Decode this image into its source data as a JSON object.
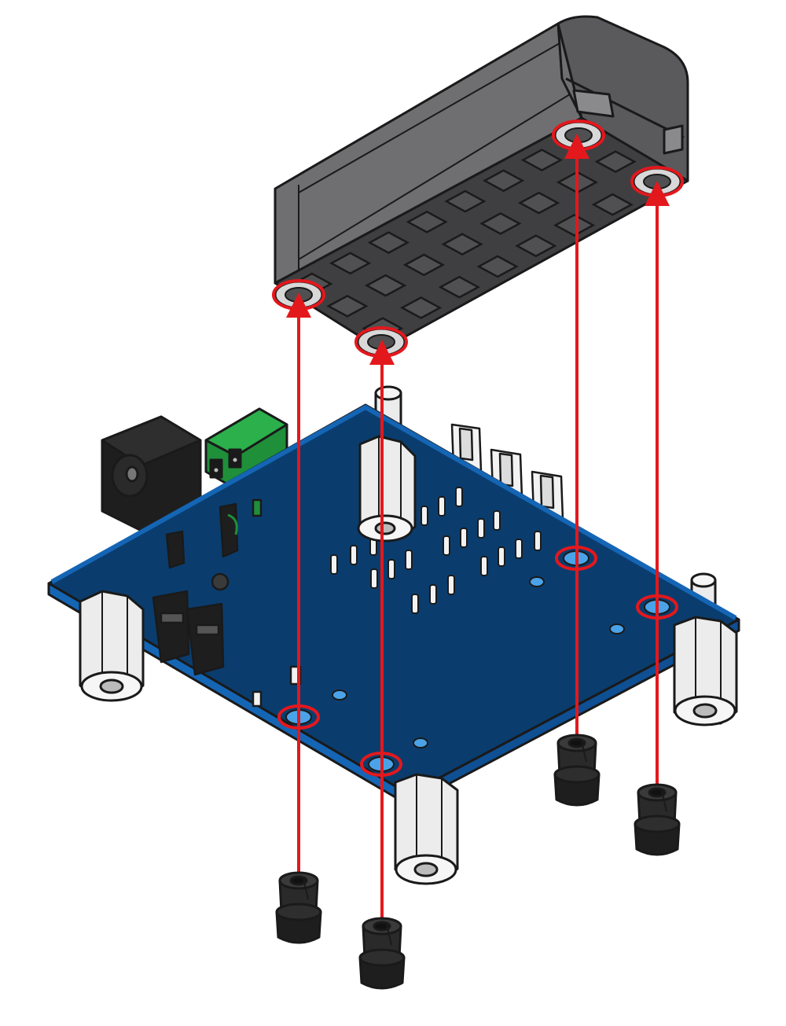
{
  "colors": {
    "background": "#ffffff",
    "outline": "#1a1a1a",
    "block_top": "#3f3f41",
    "block_side": "#5a5a5c",
    "block_front": "#6f6f71",
    "block_stud": "#505052",
    "board_blue": "#0a3d6e",
    "board_edge": "#1565b5",
    "standoff": "#ececec",
    "standoff_shade": "#cfcfcf",
    "rivet": "#2a2a2a",
    "connector_green": "#1f8f3a",
    "jack_black": "#1e1e1e",
    "header_white": "#f2f2f2",
    "arrow_red": "#e3181d",
    "highlight_ring": "#e3181d",
    "hole_light": "#4aa3e8"
  },
  "parts": {
    "block": "block",
    "board": "circuit-board",
    "standoffs": [
      "standoff",
      "standoff",
      "standoff",
      "standoff",
      "standoff"
    ],
    "rivets": [
      "rivet",
      "rivet",
      "rivet",
      "rivet"
    ],
    "connector": "screw-terminal",
    "jack": "power-jack",
    "headers": [
      "pin-header",
      "pin-header",
      "pin-header"
    ]
  },
  "assembly": {
    "arrows": [
      "up-arrow",
      "up-arrow",
      "up-arrow",
      "up-arrow"
    ],
    "highlight_rings_block": 4,
    "highlight_rings_board": 4
  }
}
